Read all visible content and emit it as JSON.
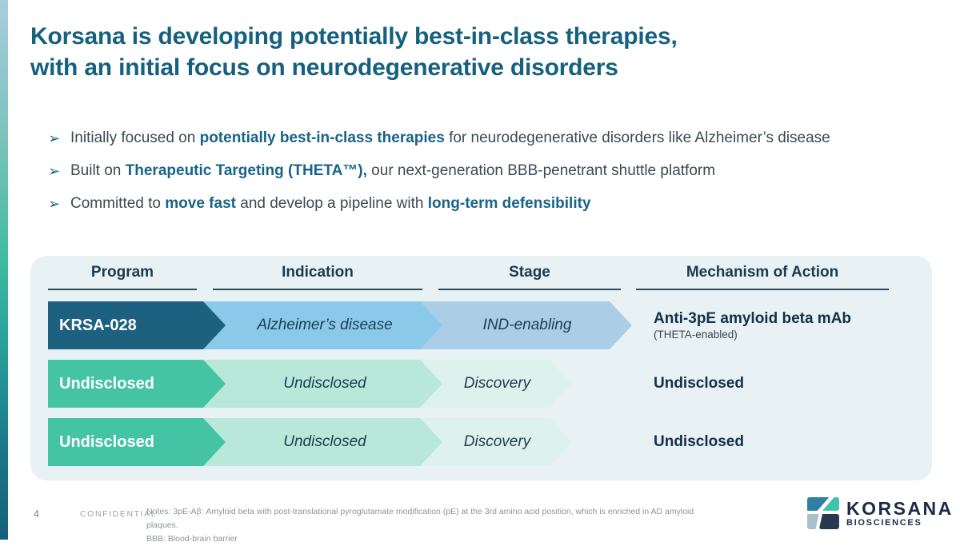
{
  "slide": {
    "title_line1": "Korsana is developing potentially best-in-class therapies,",
    "title_line2": "with an initial focus on neurodegenerative disorders",
    "bullet_marker": "➢",
    "bullets": [
      {
        "parts": [
          {
            "t": "Initially focused on ",
            "b": false
          },
          {
            "t": "potentially best-in-class therapies",
            "b": true
          },
          {
            "t": " for neurodegenerative disorders like Alzheimer’s disease",
            "b": false
          }
        ]
      },
      {
        "parts": [
          {
            "t": "Built on ",
            "b": false
          },
          {
            "t": "Therapeutic Targeting (THETA™),",
            "b": true
          },
          {
            "t": " our next-generation BBB-penetrant shuttle platform",
            "b": false
          }
        ]
      },
      {
        "parts": [
          {
            "t": "Committed to ",
            "b": false
          },
          {
            "t": "move fast",
            "b": true
          },
          {
            "t": " and develop a pipeline with ",
            "b": false
          },
          {
            "t": "long-term defensibility",
            "b": true
          }
        ]
      }
    ]
  },
  "table": {
    "headers": [
      "Program",
      "Indication",
      "Stage",
      "Mechanism of Action"
    ],
    "rows": [
      {
        "program": "KRSA-028",
        "indication": "Alzheimer’s disease",
        "stage": "IND-enabling",
        "moa": "Anti-3pE amyloid beta mAb",
        "moa_sub": "(THETA-enabled)",
        "theme": "blue"
      },
      {
        "program": "Undisclosed",
        "indication": "Undisclosed",
        "stage": "Discovery",
        "moa": "Undisclosed",
        "moa_sub": "",
        "theme": "green"
      },
      {
        "program": "Undisclosed",
        "indication": "Undisclosed",
        "stage": "Discovery",
        "moa": "Undisclosed",
        "moa_sub": "",
        "theme": "green"
      }
    ]
  },
  "footer": {
    "page_number": "4",
    "confidential": "CONFIDENTIAL",
    "notes_line1": "Notes: 3pE-Aβ: Amyloid beta with post-translational pyroglutamate modification (pE) at the 3rd amino acid position, which is enriched in AD amyloid plaques.",
    "notes_line2": "BBB: Blood-brain barrier",
    "logo_name": "KORSANA",
    "logo_sub": "BIOSCIENCES"
  },
  "colors": {
    "title_teal": "#15607f",
    "highlight_teal": "#186389",
    "panel_bg": "#e8f1f4",
    "row1_dark": "#1d6080",
    "row1_mid": "#8bc9eb",
    "row1_light": "#abcee7",
    "row23_dark": "#44c4a4",
    "row23_mid": "#b9e7da",
    "row23_light": "#def2ed",
    "logo_navy": "#1c2b45",
    "logo_teal": "#3fc3ad",
    "logo_blue": "#2f7ea6",
    "logo_slate": "#a9bfc9"
  }
}
